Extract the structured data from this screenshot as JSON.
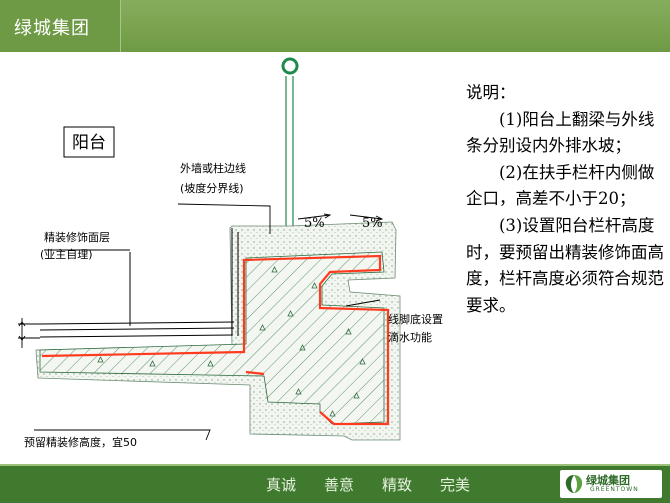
{
  "header": {
    "title": "绿城集团"
  },
  "diagram": {
    "title": "阳台",
    "label_wall_line": "外墙或柱边线",
    "label_slope_boundary": "(坡度分界线)",
    "label_finish_layer": "精装修饰面层",
    "label_owner": "(业主自理)",
    "slope_left": "5%",
    "slope_right": "5%",
    "label_drip_1": "线脚底设置",
    "label_drip_2": "滴水功能",
    "label_reserved": "预留精装修高度，宜50"
  },
  "description": {
    "heading": "说明：",
    "items": [
      "(1)阳台上翻梁与外线条分别设内外排水坡；",
      "(2)在扶手栏杆内侧做企口，高差不小于20；",
      "(3)设置阳台栏杆高度时，要预留出精装修饰面高度，栏杆高度必须符合规范要求。"
    ]
  },
  "footer": {
    "slogans": [
      "真诚",
      "善意",
      "精致",
      "完美"
    ],
    "brand_cn": "绿城集团",
    "brand_en": "GREENTOWN"
  },
  "colors": {
    "header_green": "#6f9a45",
    "footer_green": "#3f7a2e",
    "rebar_red": "#ff3b1f",
    "railing_green": "#1f8a4c",
    "concrete_dot": "#e9efe6"
  }
}
